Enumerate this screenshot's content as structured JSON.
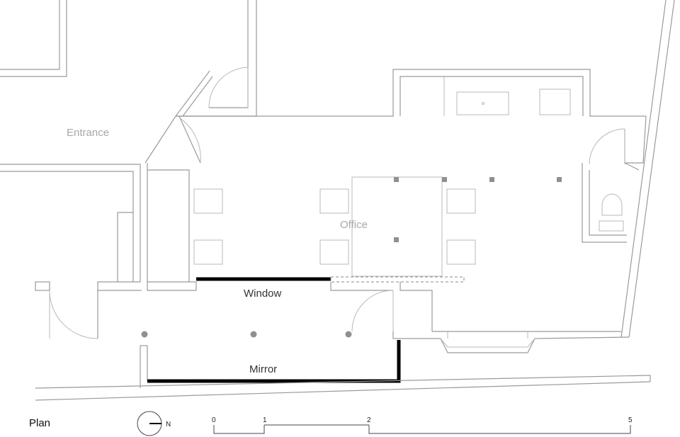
{
  "rooms": {
    "entrance": "Entrance",
    "office": "Office"
  },
  "features": {
    "window": "Window",
    "mirror": "Mirror"
  },
  "legend": {
    "plan_title": "Plan",
    "north": "N"
  },
  "scale_bar": {
    "ticks": [
      "0",
      "1",
      "2",
      "5"
    ]
  }
}
